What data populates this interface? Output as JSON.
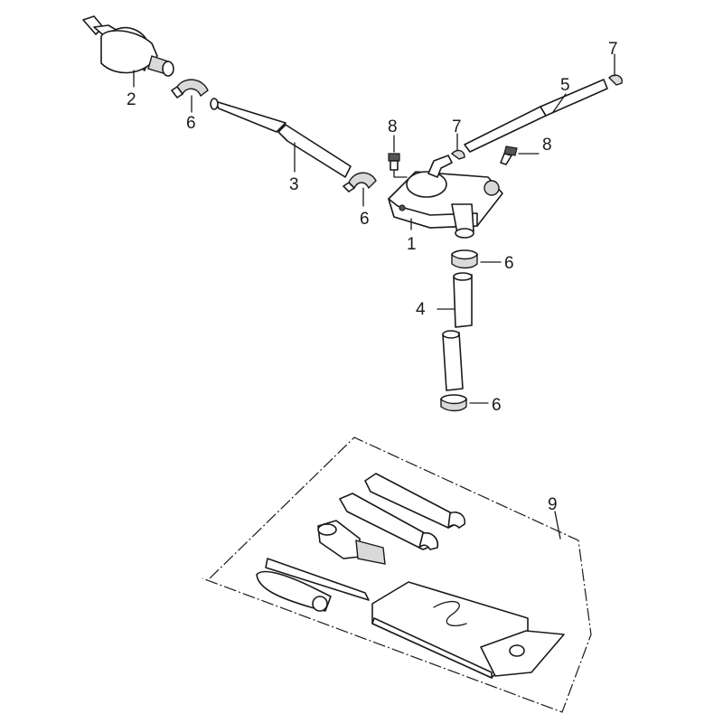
{
  "diagram": {
    "callouts": [
      {
        "id": "c1",
        "label": "1"
      },
      {
        "id": "c2",
        "label": "2"
      },
      {
        "id": "c3",
        "label": "3"
      },
      {
        "id": "c4",
        "label": "4"
      },
      {
        "id": "c5",
        "label": "5"
      },
      {
        "id": "c6a",
        "label": "6"
      },
      {
        "id": "c6b",
        "label": "6"
      },
      {
        "id": "c6c",
        "label": "6"
      },
      {
        "id": "c6d",
        "label": "6"
      },
      {
        "id": "c7a",
        "label": "7"
      },
      {
        "id": "c7b",
        "label": "7"
      },
      {
        "id": "c8a",
        "label": "8"
      },
      {
        "id": "c8b",
        "label": "8"
      },
      {
        "id": "c9",
        "label": "9"
      }
    ]
  }
}
